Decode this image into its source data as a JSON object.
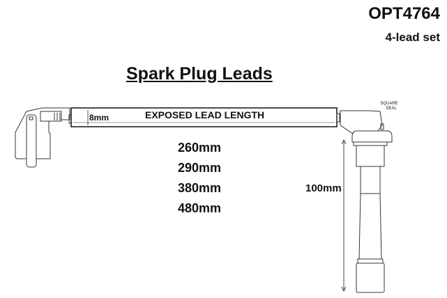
{
  "product_code": "OPT4764",
  "set_description": "4-lead set",
  "title": "Spark Plug Leads",
  "lead_label": "EXPOSED LEAD LENGTH",
  "diameter_label": "8mm",
  "seal_label_1": "SQUARE",
  "seal_label_2": "SEAL",
  "boot_length_label": "100mm",
  "lengths": [
    "260mm",
    "290mm",
    "380mm",
    "480mm"
  ]
}
